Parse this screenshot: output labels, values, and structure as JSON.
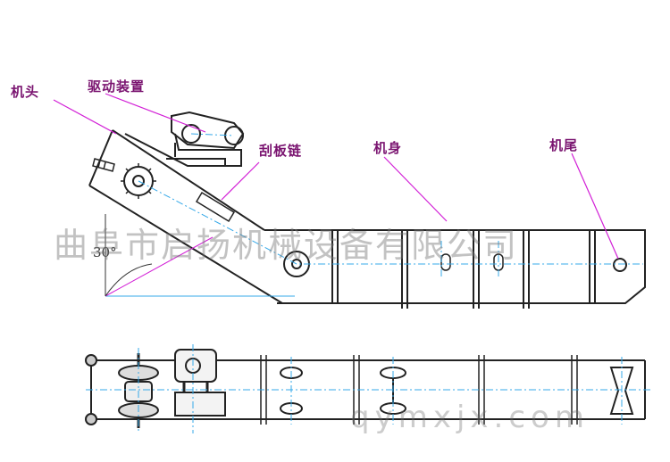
{
  "labels": {
    "head": "机头",
    "drive": "驱动装置",
    "chain": "刮板链",
    "body": "机身",
    "tail": "机尾"
  },
  "angle": "30°",
  "watermark": {
    "company": "曲阜市启扬机械设备有限公司",
    "url": "qymxjx.com"
  },
  "colors": {
    "line": "#222222",
    "leader": "#d21fd6",
    "center": "#34a8e8",
    "label": "#7a1470"
  }
}
